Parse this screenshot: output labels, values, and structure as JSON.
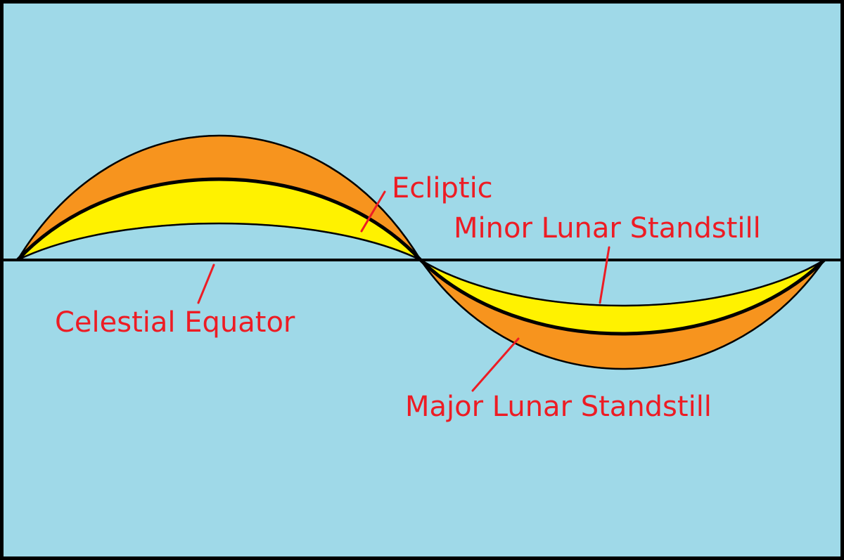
{
  "diagram": {
    "labels": {
      "ecliptic": "Ecliptic",
      "minor_standstill": "Minor Lunar Standstill",
      "celestial_equator": "Celestial Equator",
      "major_standstill": "Major Lunar Standstill"
    },
    "colors": {
      "background": "#9FD9E8",
      "minor_band": "#FFF200",
      "major_band": "#F7941E",
      "label_text": "#ED1C24",
      "line": "#000000"
    }
  }
}
